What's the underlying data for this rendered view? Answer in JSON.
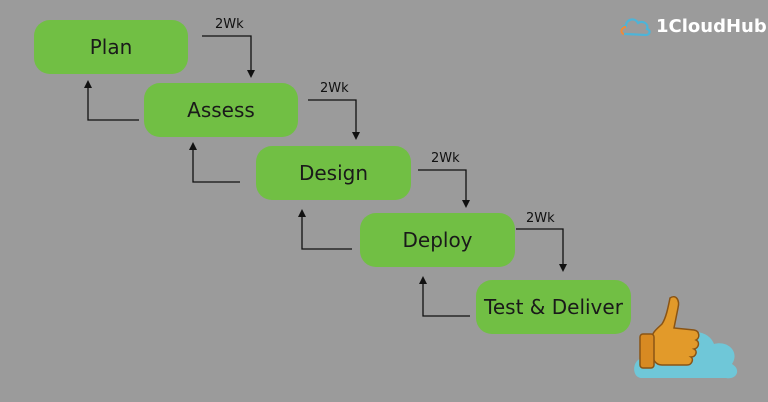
{
  "stages": [
    {
      "label": "Plan"
    },
    {
      "label": "Assess"
    },
    {
      "label": "Design"
    },
    {
      "label": "Deploy"
    },
    {
      "label": "Test & Deliver"
    }
  ],
  "durations": [
    "2Wk",
    "2Wk",
    "2Wk",
    "2Wk"
  ],
  "brand": {
    "name": "1CloudHub",
    "icon": "cloud-logo-icon"
  },
  "decor": {
    "icon": "thumbs-up-cloud-icon"
  },
  "colors": {
    "background": "#9b9b9b",
    "stage_fill": "#71bf44",
    "arrow": "#111111",
    "cloud": "#6fc7d8"
  }
}
